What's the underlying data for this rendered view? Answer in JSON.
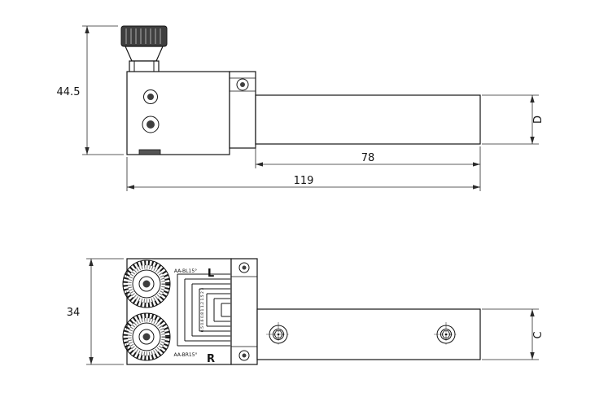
{
  "side_view": {
    "dim_height": "44.5",
    "dim_shank_length": "78",
    "dim_overall_length": "119",
    "dim_shank_diameter": "D"
  },
  "plan_view": {
    "dim_body_width": "34",
    "dim_shank_width": "C",
    "wheel_label_left": "L",
    "wheel_label_right": "R",
    "wheel_code_left": "AA-BL15°",
    "wheel_code_right": "AA-BR15°",
    "pitch_scale_text": "0.5 0.6 0.8 1 1.2 1.5 2 3"
  }
}
